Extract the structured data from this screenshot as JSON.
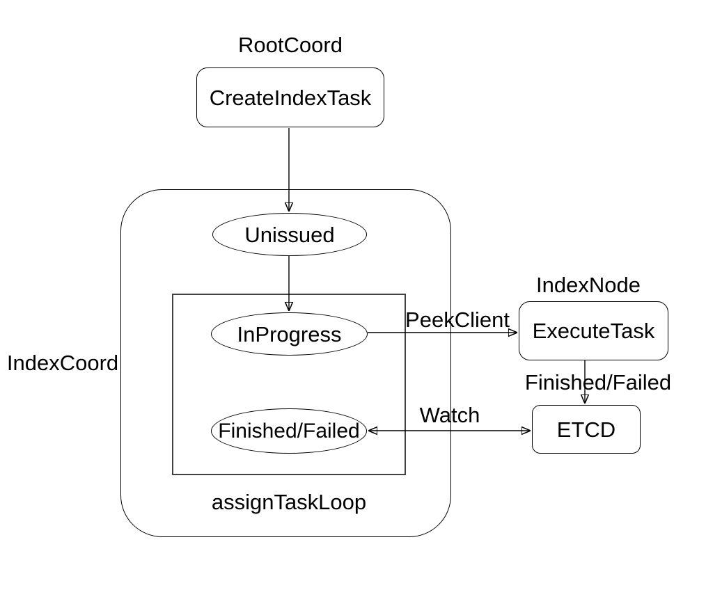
{
  "diagram": {
    "group_labels": {
      "rootcoord": "RootCoord",
      "indexcoord": "IndexCoord",
      "indexnode": "IndexNode",
      "assigntaskloop": "assignTaskLoop"
    },
    "nodes": {
      "createindextask": {
        "label": "CreateIndexTask",
        "shape": "rounded-rect"
      },
      "unissued": {
        "label": "Unissued",
        "shape": "ellipse"
      },
      "inprogress": {
        "label": "InProgress",
        "shape": "ellipse"
      },
      "finishedfailed": {
        "label": "Finished/Failed",
        "shape": "ellipse"
      },
      "executetask": {
        "label": "ExecuteTask",
        "shape": "rounded-rect"
      },
      "etcd": {
        "label": "ETCD",
        "shape": "rounded-rect"
      }
    },
    "edges": [
      {
        "from": "CreateIndexTask",
        "to": "Unissued",
        "label": "",
        "bidirectional": false
      },
      {
        "from": "Unissued",
        "to": "InProgress",
        "label": "",
        "bidirectional": false
      },
      {
        "from": "InProgress",
        "to": "ExecuteTask",
        "label": "PeekClient",
        "bidirectional": false
      },
      {
        "from": "ExecuteTask",
        "to": "ETCD",
        "label": "Finished/Failed",
        "bidirectional": false
      },
      {
        "from": "ETCD",
        "to": "Finished/Failed",
        "label": "Watch",
        "bidirectional": true
      }
    ],
    "colors": {
      "background": "#ffffff",
      "stroke": "#000000",
      "inner_frame_stroke": "#424242",
      "text": "#000000"
    }
  }
}
